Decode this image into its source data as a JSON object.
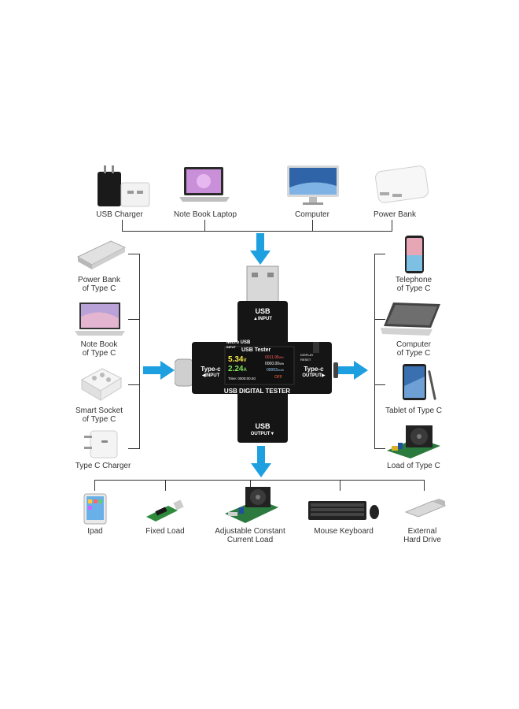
{
  "top_devices": [
    "USB Charger",
    "Note Book Laptop",
    "Computer",
    "Power Bank"
  ],
  "left_devices": [
    [
      "Power Bank",
      "of Type C"
    ],
    [
      "Note Book",
      "of Type C"
    ],
    [
      "Smart Socket",
      "of Type C"
    ],
    [
      "Type C Charger"
    ]
  ],
  "right_devices": [
    [
      "Telephone",
      "of Type C"
    ],
    [
      "Computer",
      "of Type C"
    ],
    [
      "Tablet of Type C"
    ],
    [
      "Load of Type C"
    ]
  ],
  "bottom_devices": [
    [
      "Ipad"
    ],
    [
      "Fixed Load"
    ],
    [
      "Adjustable Constant",
      "Current Load"
    ],
    [
      "Mouse Keyboard"
    ],
    [
      "External",
      "Hard Drive"
    ]
  ],
  "tester": {
    "top_port": "USB",
    "top_port_dir": "▲INPUT",
    "left_port": "Type-c",
    "left_port_dir": "◀INPUT",
    "right_port": "Type-c",
    "right_port_dir": "OUTPUT▶",
    "bottom_port": "USB",
    "bottom_port_dir": "OUTPUT▼",
    "micro_usb": "Micro USB",
    "micro_usb_sub": "INPUT",
    "display_btn": "DISPLAY",
    "reset_btn": "RESET",
    "brand": "USB DIGITAL TESTER",
    "screen": {
      "title": "USB Tester",
      "voltage": "5.34",
      "voltage_unit": "V",
      "current": "2.24",
      "current_unit": "A",
      "time": "Time: 0000:00:40",
      "energy": "0011.95",
      "energy_unit": "Wh",
      "energy2": "0000.00",
      "energy2_unit": "Wh",
      "capacity": "00003",
      "capacity_unit": "mAh",
      "state": "OFF"
    }
  },
  "colors": {
    "arrow": "#1ea0e0",
    "screen_bg": "#111111",
    "body": "#151515"
  }
}
